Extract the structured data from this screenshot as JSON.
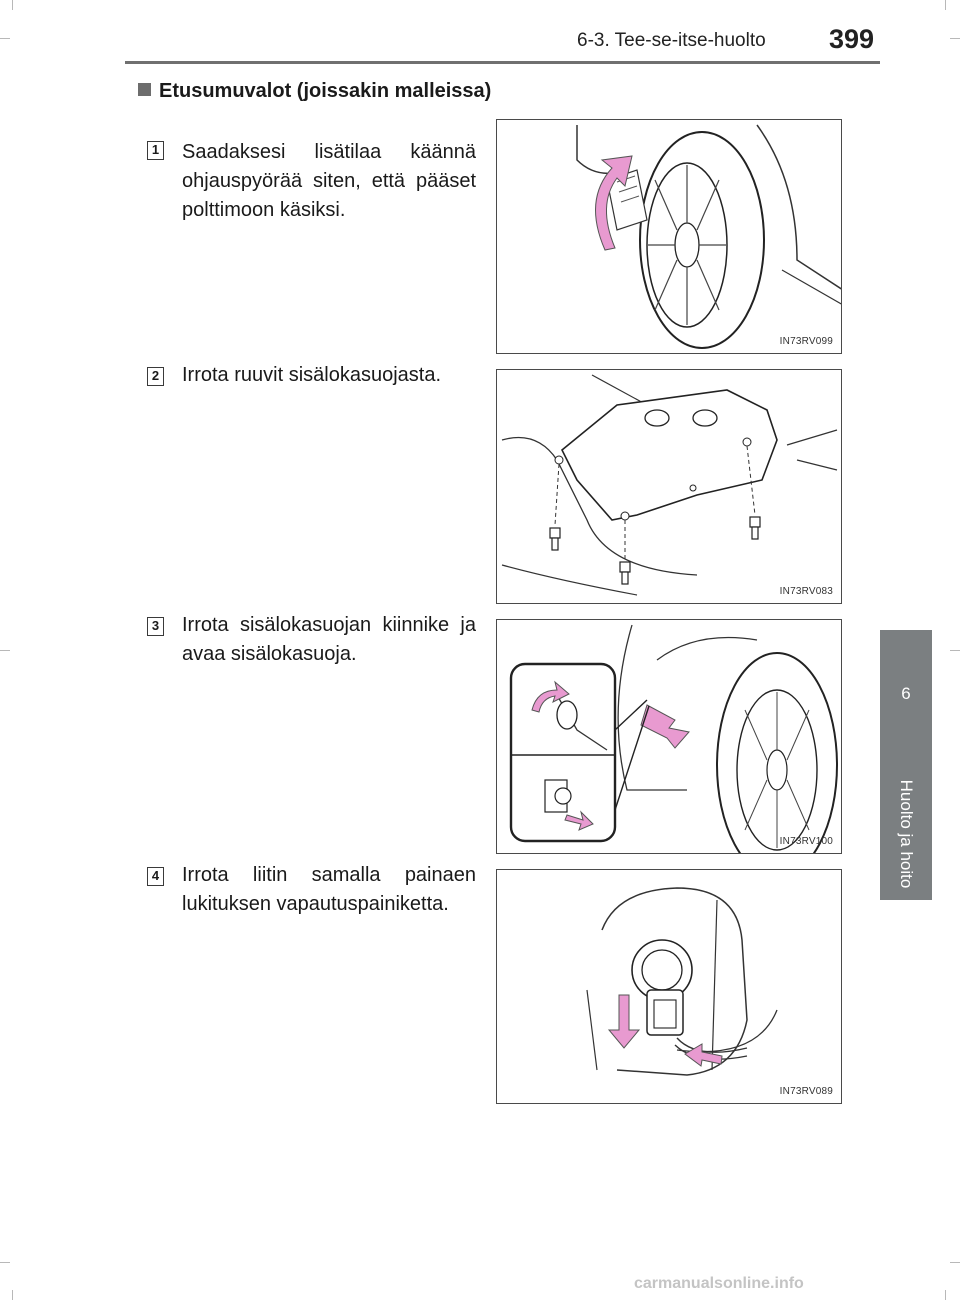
{
  "header": {
    "section": "6-3. Tee-se-itse-huolto",
    "page_number": "399"
  },
  "side_tab": {
    "chapter_number": "6",
    "chapter_title": "Huolto ja hoito"
  },
  "section": {
    "heading": "Etusumuvalot (joissakin malleissa)"
  },
  "steps": [
    {
      "number": "1",
      "text": "Saadaksesi lisätilaa käännä ohjauspyörää siten, että pää­set polttimoon käsiksi.",
      "figure_code": "IN73RV099"
    },
    {
      "number": "2",
      "text": "Irrota ruuvit sisälokasuojasta.",
      "figure_code": "IN73RV083"
    },
    {
      "number": "3",
      "text": "Irrota sisälokasuojan kiin­nike ja avaa sisälokasuoja.",
      "figure_code": "IN73RV100"
    },
    {
      "number": "4",
      "text": "Irrota liitin samalla painaen lukituksen vapautuspainiketta.",
      "figure_code": "IN73RV089"
    }
  ],
  "watermark": "carmanualsonline.info",
  "colors": {
    "arrow_pink": "#e89ad0",
    "tab_gray": "#7b7f81",
    "rule_gray": "#707070"
  }
}
